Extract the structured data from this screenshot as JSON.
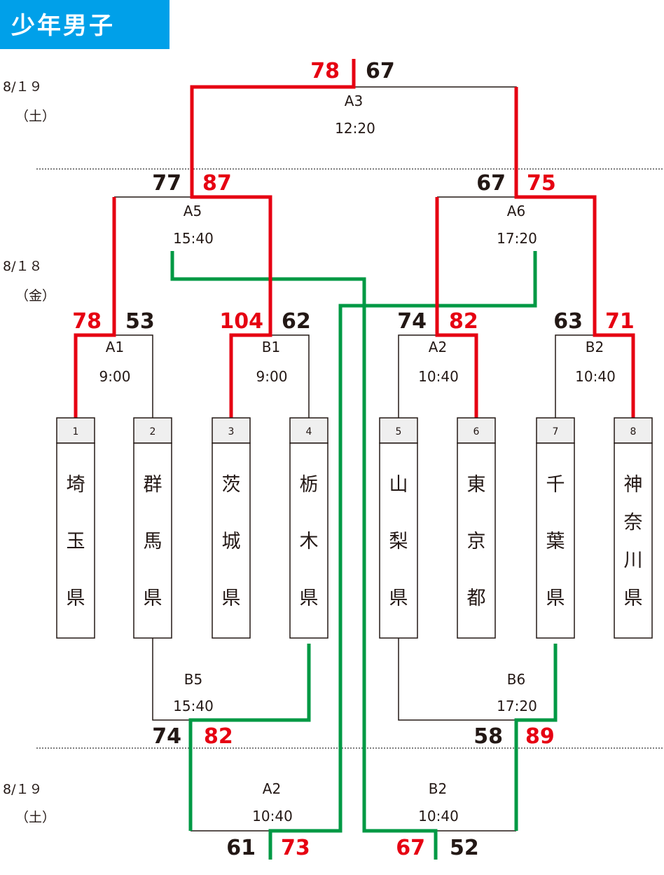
{
  "title": "少年男子",
  "colors": {
    "win": "#e60012",
    "consolation": "#009944",
    "line": "#231815",
    "title_bg": "#00a0e9",
    "text": "#231815"
  },
  "dates": [
    {
      "date": "8/１９",
      "day": "（土）"
    },
    {
      "date": "8/１８",
      "day": "（金）"
    },
    {
      "date": "8/１９",
      "day": "（土）"
    }
  ],
  "teams": [
    {
      "seed": "1",
      "name": "埼玉県"
    },
    {
      "seed": "2",
      "name": "群馬県"
    },
    {
      "seed": "3",
      "name": "茨城県"
    },
    {
      "seed": "4",
      "name": "栃木県"
    },
    {
      "seed": "5",
      "name": "山梨県"
    },
    {
      "seed": "6",
      "name": "東京都"
    },
    {
      "seed": "7",
      "name": "千葉県"
    },
    {
      "seed": "8",
      "name": "神奈川県"
    }
  ],
  "matches": [
    {
      "code": "A1",
      "time": "9:00",
      "left": "78",
      "right": "53"
    },
    {
      "code": "B1",
      "time": "9:00",
      "left": "104",
      "right": "62"
    },
    {
      "code": "A2",
      "time": "10:40",
      "left": "74",
      "right": "82"
    },
    {
      "code": "B2",
      "time": "10:40",
      "left": "63",
      "right": "71"
    },
    {
      "code": "A5",
      "time": "15:40",
      "left": "77",
      "right": "87"
    },
    {
      "code": "A6",
      "time": "17:20",
      "left": "67",
      "right": "75"
    },
    {
      "code": "A3",
      "time": "12:20",
      "left": "78",
      "right": "67"
    },
    {
      "code": "B5",
      "time": "15:40",
      "left": "74",
      "right": "82"
    },
    {
      "code": "B6",
      "time": "17:20",
      "left": "58",
      "right": "89"
    },
    {
      "code": "A2",
      "time": "10:40",
      "left": "61",
      "right": "73"
    },
    {
      "code": "B2",
      "time": "10:40",
      "left": "67",
      "right": "52"
    }
  ]
}
